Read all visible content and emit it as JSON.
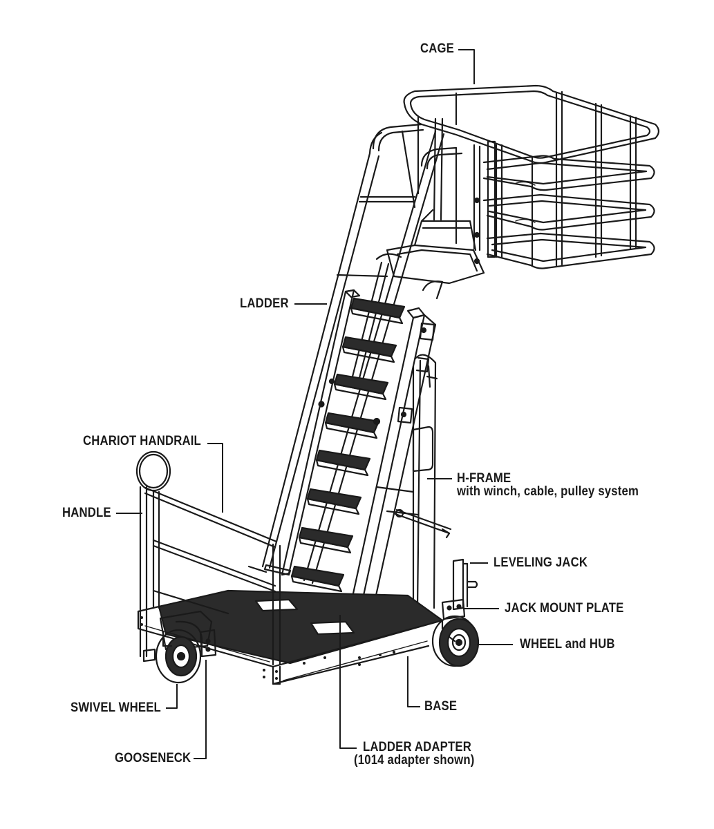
{
  "labels": {
    "cage": "CAGE",
    "ladder": "LADDER",
    "chariot_handrail": "CHARIOT HANDRAIL",
    "handle": "HANDLE",
    "h_frame": "H-FRAME",
    "h_frame_sub": "with winch, cable, pulley system",
    "leveling_jack": "LEVELING JACK",
    "jack_mount_plate": "JACK MOUNT PLATE",
    "wheel_and_hub": "WHEEL and HUB",
    "base": "BASE",
    "swivel_wheel": "SWIVEL WHEEL",
    "gooseneck": "GOOSENECK",
    "ladder_adapter": "LADDER ADAPTER",
    "ladder_adapter_sub": "(1014 adapter shown)"
  },
  "colors": {
    "ink": "#1a1a1a",
    "fill_dark": "#2b2b2b",
    "paper": "#ffffff"
  }
}
